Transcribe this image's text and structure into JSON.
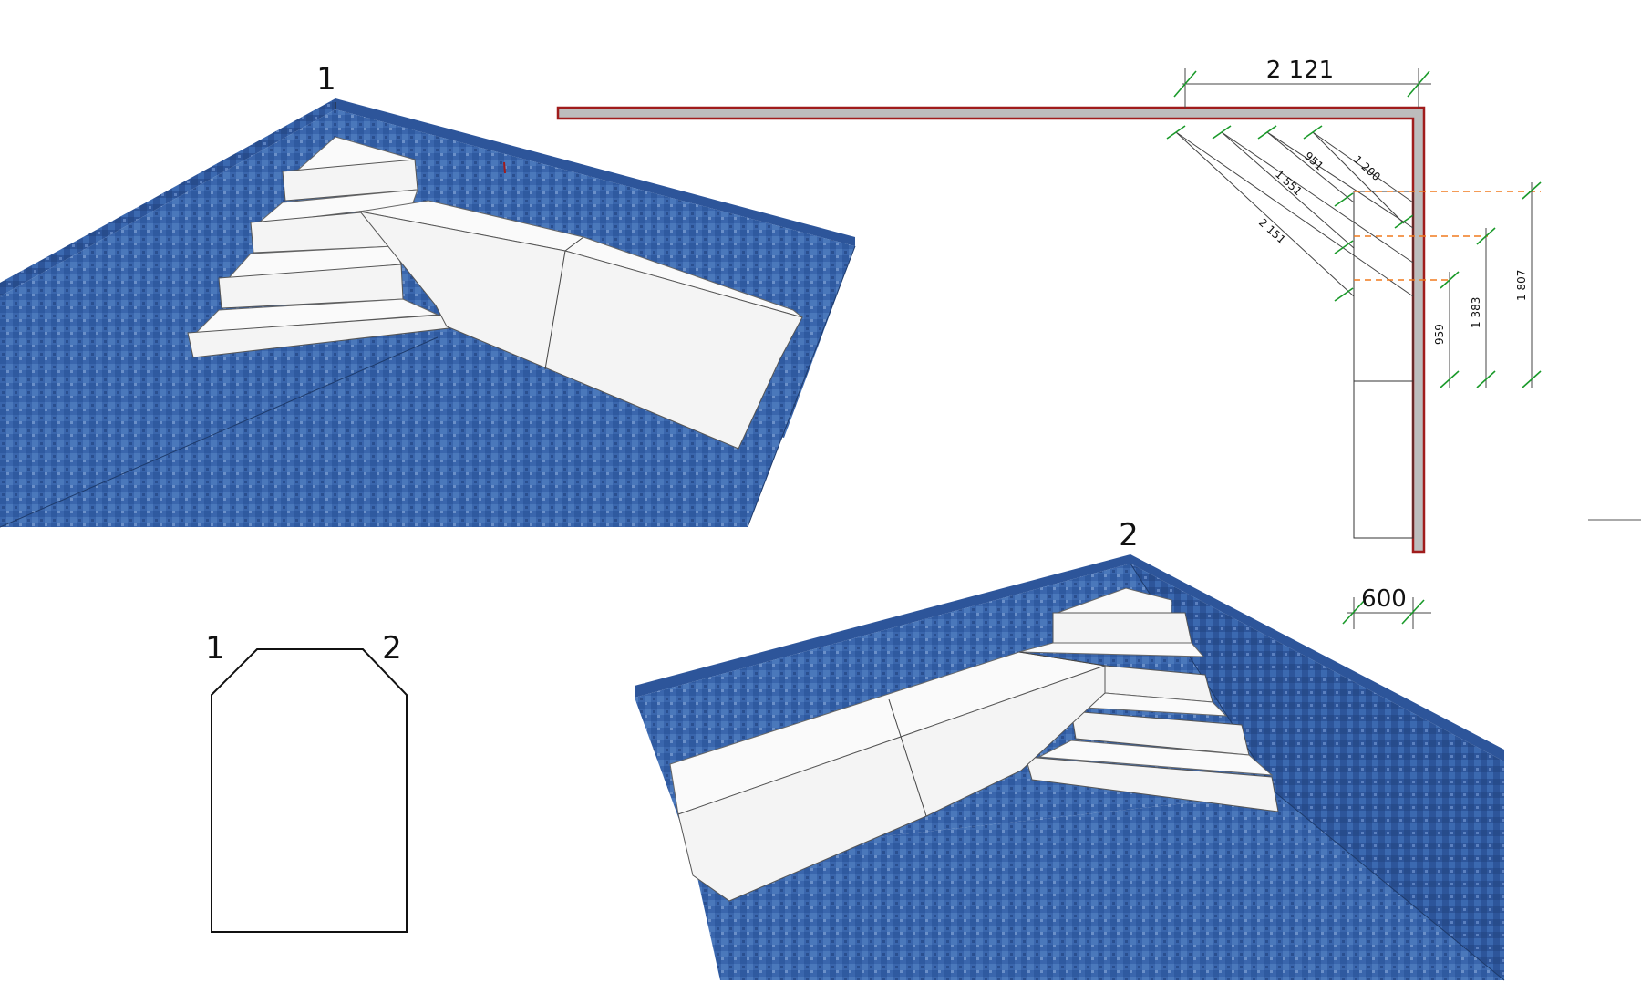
{
  "view1": {
    "label": "1"
  },
  "view2": {
    "label": "2"
  },
  "plan_dimensions": {
    "top_width": "2 121",
    "bottom_width": "600",
    "diag1": "2 151",
    "diag2": "1 551",
    "diag3": "951",
    "diag4": "1 200",
    "vert1": "959",
    "vert2": "1 383",
    "vert3": "1 807"
  },
  "pool_outline": {
    "corner1": "1",
    "corner2": "2"
  },
  "colors": {
    "wall_red": "#a01c1c",
    "wall_grey": "#bdbdbd",
    "tile_blue": "#2f5fa8",
    "dim_green": "#1a9a2a",
    "dashed_orange": "#f07a1e"
  }
}
